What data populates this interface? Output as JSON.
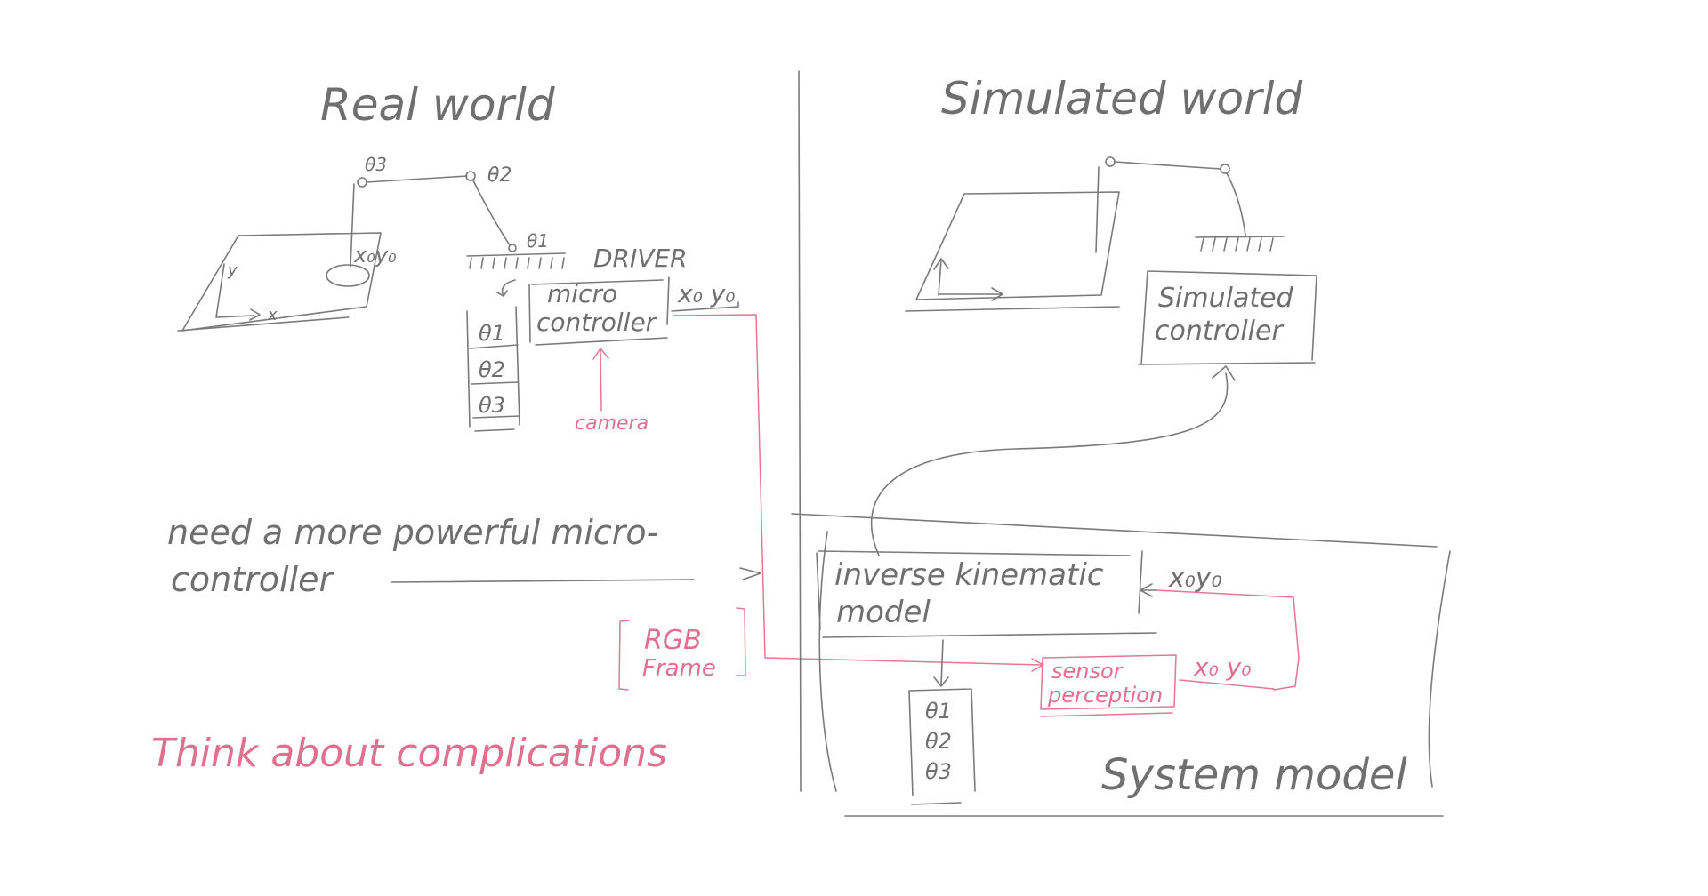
{
  "colors": {
    "ink": "#7a7a7a",
    "highlight": "#e27893",
    "background": "#ffffff"
  },
  "real_world": {
    "title": "Real world",
    "theta3": "θ3",
    "theta2": "θ2",
    "theta1": "θ1",
    "target": "x₀y₀",
    "axis_y": "y",
    "axis_x": "x",
    "driver": "DRIVER",
    "controller_line1": "micro",
    "controller_line2": "controller",
    "controller_output": "x₀ y₀",
    "stack": [
      "θ1",
      "θ2",
      "θ3"
    ],
    "camera": "camera"
  },
  "note": {
    "line1": "need a more powerful micro-",
    "line2": "controller"
  },
  "rgb": {
    "line1": "RGB",
    "line2": "Frame"
  },
  "reminder": "Think about complications",
  "simulated_world": {
    "title": "Simulated world",
    "controller_line1": "Simulated",
    "controller_line2": "controller"
  },
  "system_model": {
    "label": "System model",
    "ik_line1": "inverse kinematic",
    "ik_line2": "model",
    "ik_input": "x₀y₀",
    "sensor_line1": "sensor",
    "sensor_line2": "perception",
    "sensor_output": "x₀ y₀",
    "stack": [
      "θ1",
      "θ2",
      "θ3"
    ]
  }
}
